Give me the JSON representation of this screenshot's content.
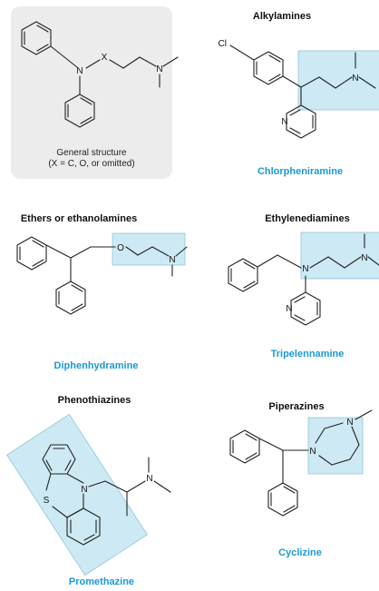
{
  "colors": {
    "panel_bg": "#ececec",
    "highlight_fill": "#cde9f3",
    "highlight_stroke": "#8fc6da",
    "drug_name": "#1a9ad6",
    "ink": "#222222"
  },
  "general": {
    "caption_line1": "General structure",
    "caption_line2": "(X = C, O, or omitted)",
    "atoms": {
      "n": "N",
      "x": "X",
      "n2": "N"
    }
  },
  "alkylamines": {
    "title": "Alkylamines",
    "drug": "Chlorpheniramine",
    "atoms": {
      "cl": "Cl",
      "n_amine": "N",
      "n_pyr": "N"
    }
  },
  "ethers": {
    "title": "Ethers or ethanolamines",
    "drug": "Diphenhydramine",
    "atoms": {
      "o": "O",
      "n": "N"
    }
  },
  "ethylenediamines": {
    "title": "Ethylenediamines",
    "drug": "Tripelennamine",
    "atoms": {
      "n1": "N",
      "n2": "N",
      "n_pyr": "N"
    }
  },
  "phenothiazines": {
    "title": "Phenothiazines",
    "drug": "Promethazine",
    "atoms": {
      "s": "S",
      "n_ring": "N",
      "n_amine": "N"
    }
  },
  "piperazines": {
    "title": "Piperazines",
    "drug": "Cyclizine",
    "atoms": {
      "n1": "N",
      "n2": "N"
    }
  }
}
